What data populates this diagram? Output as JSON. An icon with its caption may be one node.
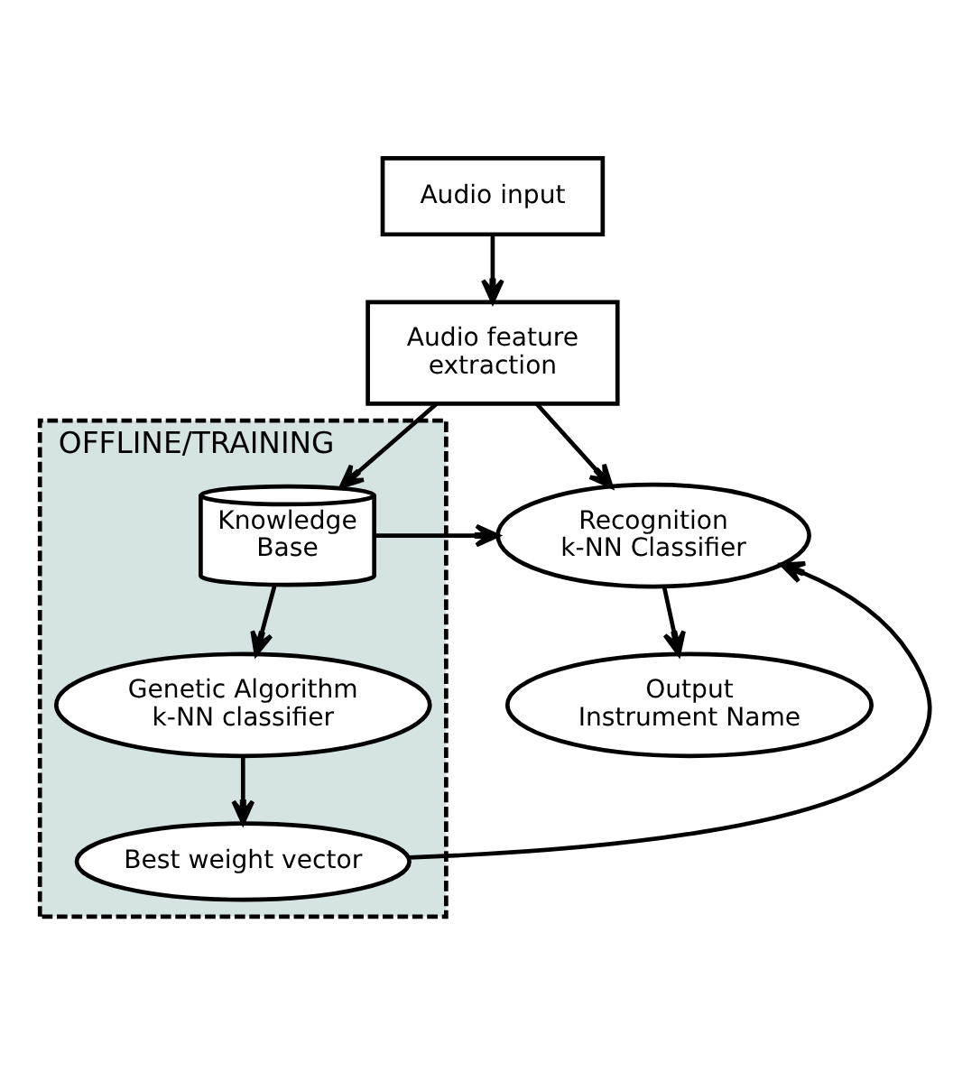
{
  "diagram": {
    "nodes": [
      {
        "text": [
          "Audio input"
        ]
      },
      {
        "text": [
          "Audio feature extraction"
        ]
      },
      {
        "text": [
          "Recognition k-NN Classifier"
        ]
      },
      {
        "text": [
          "Output Instrument Name"
        ]
      },
      {
        "text": [
          "OFFLINE/TRAINING"
        ]
      },
      {
        "text": [
          "Knowledge Base"
        ],
        "in": 4
      },
      {
        "text": [
          "Genetic Algorithm k-NN classifier"
        ],
        "in": 4
      },
      {
        "text": [
          "Best weight vector"
        ],
        "in": 4
      }
    ],
    "edges": [
      {
        "from": 0,
        "to": 1,
        "arrow": "to"
      },
      {
        "from": 1,
        "to": 2,
        "arrow": "to"
      },
      {
        "from": 1,
        "to": 5,
        "arrow": "to"
      },
      {
        "from": 5,
        "to": 2,
        "arrow": "to"
      },
      {
        "from": 5,
        "to": 6,
        "arrow": "to"
      },
      {
        "from": 6,
        "to": 7,
        "arrow": "to"
      },
      {
        "from": 7,
        "to": 2,
        "arrow": "to"
      },
      {
        "from": 2,
        "to": 3,
        "arrow": "to"
      }
    ]
  }
}
